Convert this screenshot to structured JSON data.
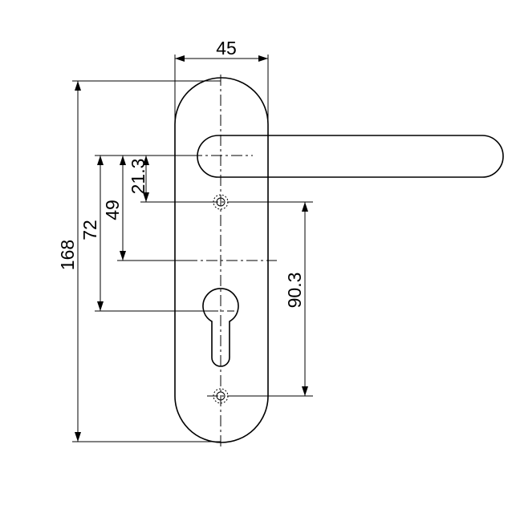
{
  "drawing": {
    "dimensions": {
      "plate_width": "45",
      "overall_height": "168",
      "dim_72": "72",
      "dim_49": "49",
      "dim_21_3": "21.3",
      "hole_spacing": "90.3"
    }
  }
}
